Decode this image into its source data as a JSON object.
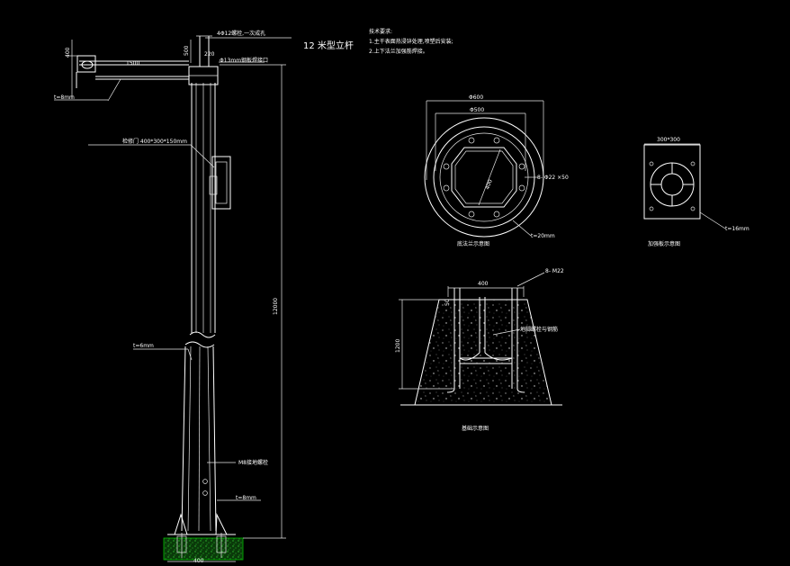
{
  "title": "12 米型立杆",
  "notes": {
    "heading": "技术要求:",
    "line1": "1.主干表面热浸锌处理,喷塑后安装;",
    "line2": "2.上下法兰加强筋焊接。"
  },
  "pole": {
    "top_bolt_label": "4Φ12螺栓,一次成孔",
    "arm_length": "1500",
    "top_width": "220",
    "top_extension": "500",
    "tube_label": "Φ13mm钢板焊接口",
    "arm_plate_thickness": "t=8mm",
    "arm_height": "400",
    "door_label": "检修门 400*300*150mm",
    "height": "12000",
    "wall_thickness": "t=6mm",
    "ground_label": "M8接地螺栓",
    "base_plate_thickness": "t=8mm",
    "base_width": "400"
  },
  "flange": {
    "outer_dia": "Φ600",
    "inner_dia": "Φ500",
    "pcd": "400",
    "holes": "8- Φ22 ×50",
    "thickness": "t=20mm",
    "caption": "底法兰示意图"
  },
  "plate": {
    "size": "300*300",
    "thickness": "t=16mm",
    "caption": "加强板示意图"
  },
  "foundation": {
    "bolts": "8- M22",
    "top_width": "400",
    "depth": "1200",
    "anchor_offset": "50",
    "cable_label": "地脚螺栓与钢筋",
    "caption": "基础示意图"
  }
}
